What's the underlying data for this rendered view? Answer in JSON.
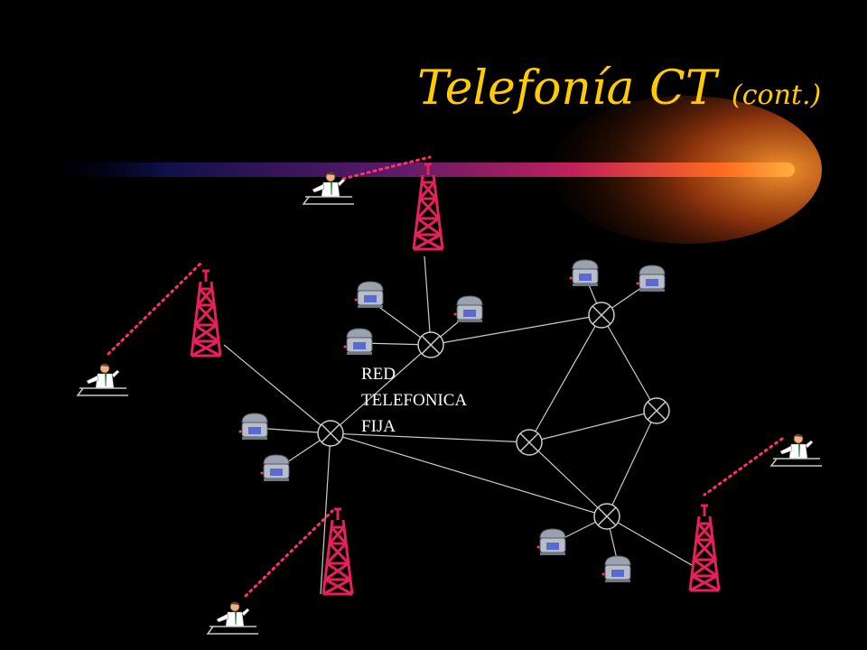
{
  "slide": {
    "title": "Telefonía CT",
    "title_suffix": "(cont.)",
    "network_label": [
      "RED",
      "TELEFONICA",
      "FIJA"
    ]
  },
  "colors": {
    "background": "#000000",
    "title": "#ffcc00",
    "tower": "#e8205a",
    "radio_link": "#ff3366",
    "network_line": "#cccccc",
    "phone_body": "#b8bec8",
    "label": "#ffffff"
  },
  "icons": [
    "antenna-tower-icon",
    "mobile-user-icon",
    "telephone-icon",
    "switch-node-icon"
  ]
}
